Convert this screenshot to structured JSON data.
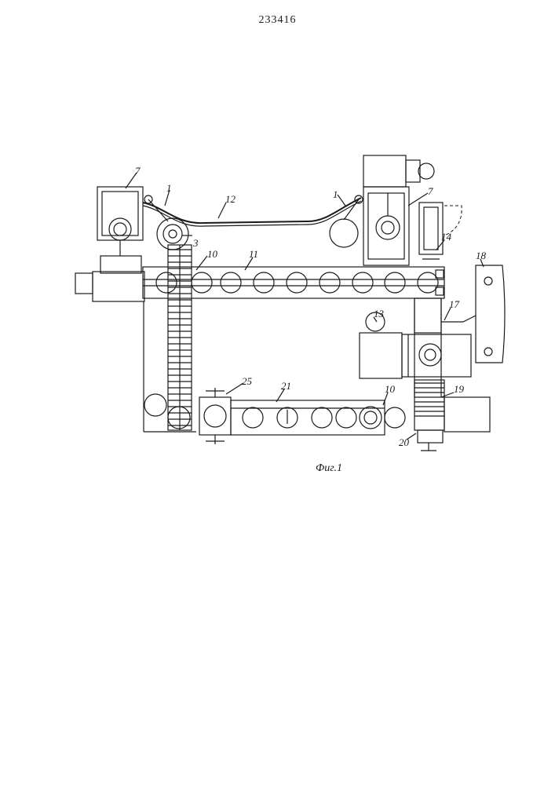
{
  "document": {
    "patent_number": "233416",
    "figure_caption": "Фиг.1"
  },
  "callouts": {
    "c1_left": "1",
    "c1_right": "1",
    "c3": "3",
    "c7_left": "7",
    "c7_right": "7",
    "c10_top": "10",
    "c10_bottom": "10",
    "c11": "11",
    "c12": "12",
    "c13": "13",
    "c14": "14",
    "c17": "17",
    "c18": "18",
    "c19": "19",
    "c20": "20",
    "c21": "21",
    "c25": "25"
  }
}
